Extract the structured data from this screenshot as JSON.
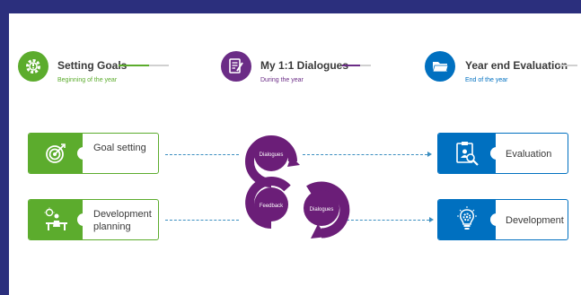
{
  "phases": [
    {
      "title": "Setting Goals",
      "subtitle": "Beginning of the year",
      "color": "#5cac2d",
      "icon": "gear-icon"
    },
    {
      "title": "My 1:1 Dialogues",
      "subtitle": "During the year",
      "color": "#6b2c86",
      "icon": "notes-icon"
    },
    {
      "title": "Year end Evaluation",
      "subtitle": "End of the year",
      "color": "#0070c0",
      "icon": "folder-icon"
    }
  ],
  "left_boxes": [
    {
      "label_line1": "Goal setting",
      "label_line2": "",
      "icon": "target-icon"
    },
    {
      "label_line1": "Development",
      "label_line2": "planning",
      "icon": "presenter-idea-icon"
    }
  ],
  "right_boxes": [
    {
      "label": "Evaluation",
      "icon": "clipboard-magnifier-icon"
    },
    {
      "label": "Development",
      "icon": "bulb-gear-icon"
    }
  ],
  "cycle": {
    "top": "Dialogues",
    "left": "Feedback",
    "right": "Dialogues",
    "color": "#6b1e78"
  },
  "colors": {
    "frame": "#2b2f7d",
    "green": "#5cac2d",
    "blue": "#0070c0",
    "dash": "#3b8ec0"
  }
}
